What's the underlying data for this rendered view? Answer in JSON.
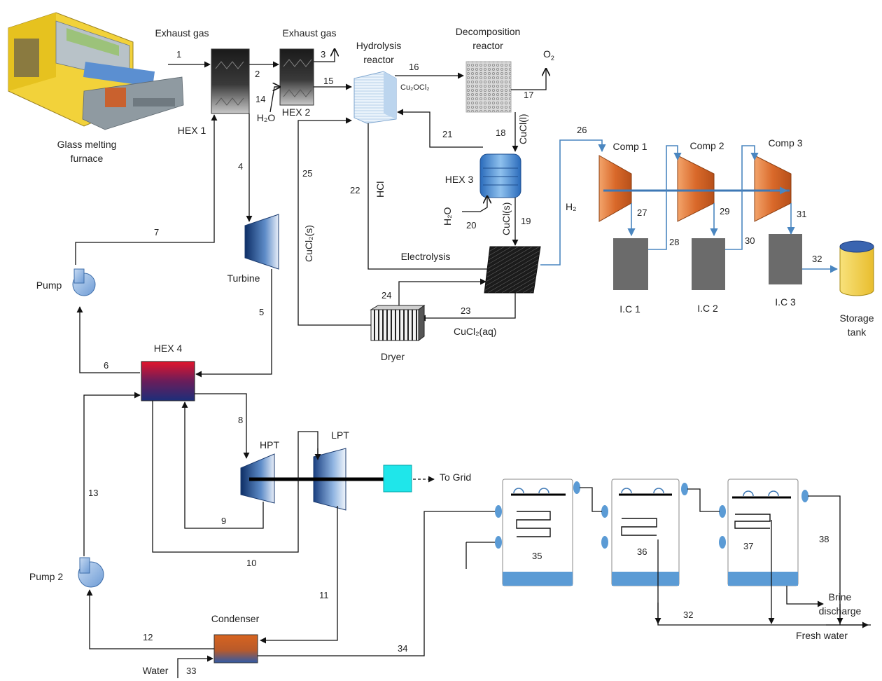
{
  "labels": {
    "exhaust_gas_1": "Exhaust gas",
    "exhaust_gas_2": "Exhaust gas",
    "hydrolysis_1": "Hydrolysis",
    "hydrolysis_2": "reactor",
    "decomposition_1": "Decomposition",
    "decomposition_2": "reactor",
    "o2": "O",
    "o2_sub": "2",
    "cu2ocl2": "Cu₂OCl₂",
    "cucl_l": "CuCl(l)",
    "cucl_s": "CuCl(s)",
    "cucl2_s": "CuCl₂(s)",
    "cucl2_aq": "CuCl₂(aq)",
    "hcl": "HCl",
    "h2": "H₂",
    "h2o_hex2": "H₂O",
    "h2o_hex3": "H₂O",
    "hex1": "HEX 1",
    "hex2": "HEX 2",
    "hex3": "HEX 3",
    "hex4": "HEX 4",
    "glass_1": "Glass melting",
    "glass_2": "furnace",
    "turbine": "Turbine",
    "pump": "Pump",
    "pump2": "Pump 2",
    "electrolysis": "Electrolysis",
    "dryer": "Dryer",
    "comp1": "Comp 1",
    "comp2": "Comp 2",
    "comp3": "Comp 3",
    "ic1": "I.C 1",
    "ic2": "I.C 2",
    "ic3": "I.C 3",
    "storage_1": "Storage",
    "storage_2": "tank",
    "hpt": "HPT",
    "lpt": "LPT",
    "to_grid": "To Grid",
    "condenser": "Condenser",
    "water": "Water",
    "brine_1": "Brine",
    "brine_2": "discharge",
    "fresh_water": "Fresh water"
  },
  "streams": {
    "s1": "1",
    "s2": "2",
    "s3": "3",
    "s4": "4",
    "s5": "5",
    "s6": "6",
    "s7": "7",
    "s8": "8",
    "s9": "9",
    "s10": "10",
    "s11": "11",
    "s12": "12",
    "s13": "13",
    "s14": "14",
    "s15": "15",
    "s16": "16",
    "s17": "17",
    "s18": "18",
    "s19": "19",
    "s20": "20",
    "s21": "21",
    "s22": "22",
    "s23": "23",
    "s24": "24",
    "s25": "25",
    "s26": "26",
    "s27": "27",
    "s28": "28",
    "s29": "29",
    "s30": "30",
    "s31": "31",
    "s32a": "32",
    "s32b": "32",
    "s33": "33",
    "s34": "34",
    "s35": "35",
    "s36": "36",
    "s37": "37",
    "s38": "38"
  },
  "colors": {
    "flow_line": "#111111",
    "hydrogen_line": "#4a86c0",
    "compressor": "#d9692a",
    "intercooler": "#6b6b6b",
    "storage_tank": "#f5d04a",
    "generator": "#1fe6ea",
    "hex4_hot": "#e2142c",
    "hex4_cold": "#1c2e7a",
    "condenser_hot": "#d8641f",
    "condenser_cold": "#2f5aa8",
    "desal_brine": "#5b9bd5"
  }
}
